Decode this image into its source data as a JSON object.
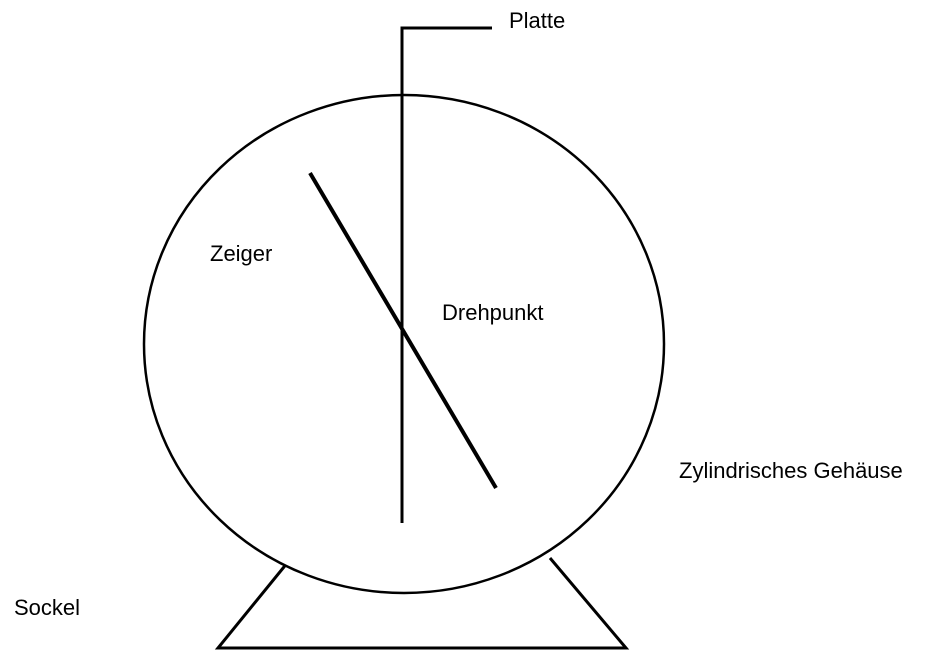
{
  "labels": {
    "platte": "Platte",
    "zeiger": "Zeiger",
    "drehpunkt": "Drehpunkt",
    "gehaeuse": "Zylindrisches Gehäuse",
    "sockel": "Sockel"
  },
  "colors": {
    "stroke": "#000000",
    "background": "#ffffff"
  }
}
